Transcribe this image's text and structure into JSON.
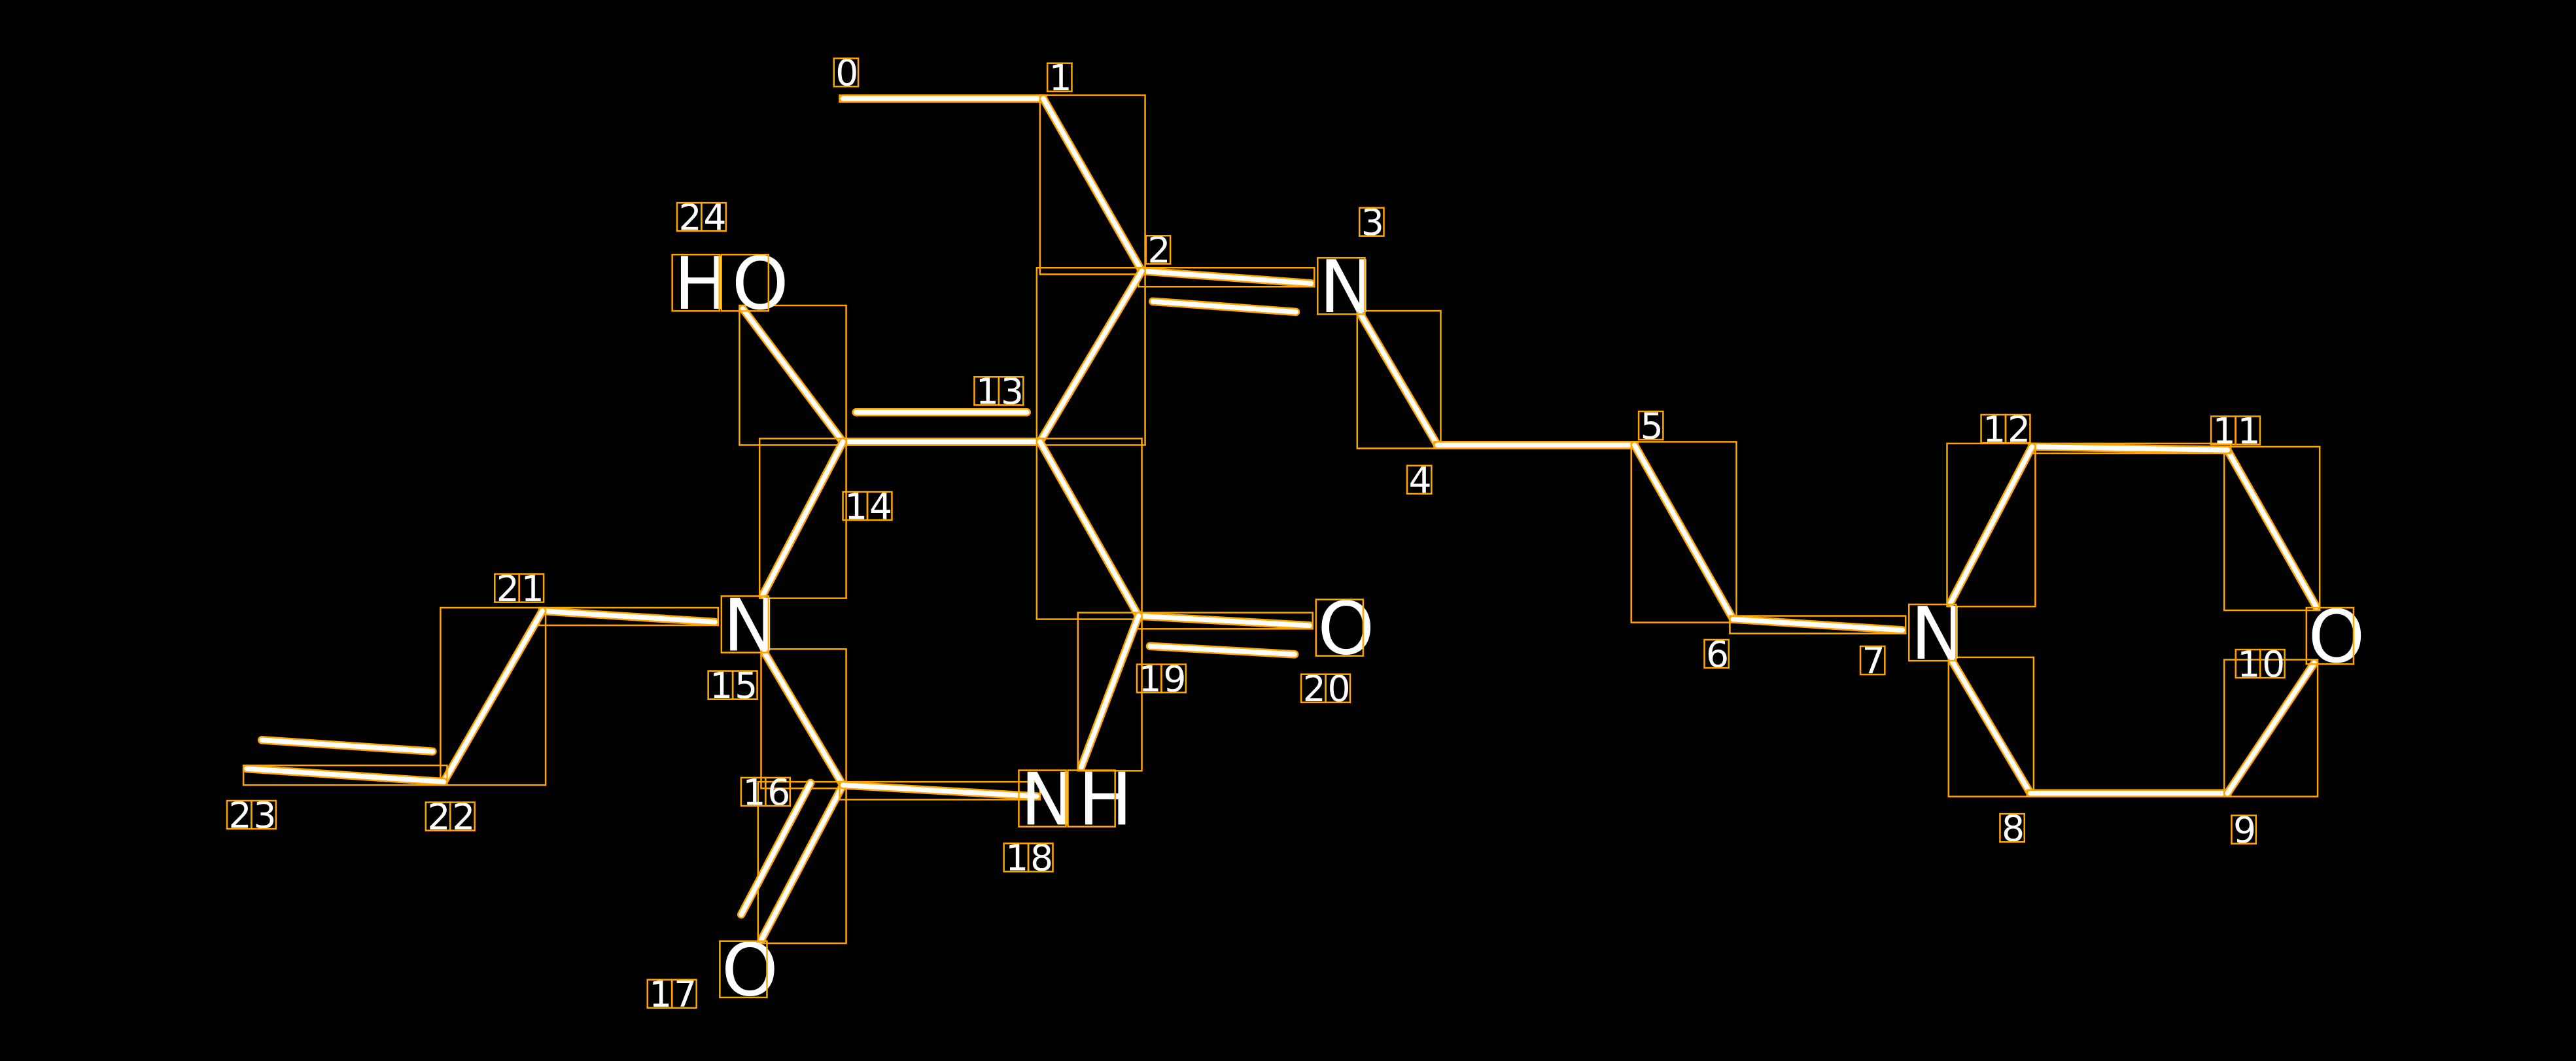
{
  "diagram": {
    "type": "molecule-annotation",
    "colors": {
      "background": "#000000",
      "bond": "#ffffff",
      "box": "#ffa500",
      "text": "#ffffff"
    },
    "atoms": [
      {
        "index": "0",
        "symbol": ""
      },
      {
        "index": "1",
        "symbol": ""
      },
      {
        "index": "2",
        "symbol": ""
      },
      {
        "index": "3",
        "symbol": "N"
      },
      {
        "index": "4",
        "symbol": ""
      },
      {
        "index": "5",
        "symbol": ""
      },
      {
        "index": "6",
        "symbol": ""
      },
      {
        "index": "7",
        "symbol": "N"
      },
      {
        "index": "8",
        "symbol": ""
      },
      {
        "index": "9",
        "symbol": ""
      },
      {
        "index": "10",
        "symbol": "O"
      },
      {
        "index": "11",
        "symbol": ""
      },
      {
        "index": "12",
        "symbol": ""
      },
      {
        "index": "13",
        "symbol": ""
      },
      {
        "index": "14",
        "symbol": ""
      },
      {
        "index": "15",
        "symbol": "N"
      },
      {
        "index": "16",
        "symbol": ""
      },
      {
        "index": "17",
        "symbol": "O"
      },
      {
        "index": "18",
        "symbol": "NH"
      },
      {
        "index": "19",
        "symbol": ""
      },
      {
        "index": "20",
        "symbol": "O"
      },
      {
        "index": "21",
        "symbol": ""
      },
      {
        "index": "22",
        "symbol": ""
      },
      {
        "index": "23",
        "symbol": ""
      },
      {
        "index": "24",
        "symbol": "HO"
      }
    ],
    "bonds": [
      [
        0,
        1,
        1
      ],
      [
        1,
        2,
        1
      ],
      [
        2,
        3,
        2
      ],
      [
        3,
        4,
        1
      ],
      [
        4,
        5,
        1
      ],
      [
        5,
        6,
        1
      ],
      [
        6,
        7,
        1
      ],
      [
        7,
        8,
        1
      ],
      [
        8,
        9,
        1
      ],
      [
        9,
        10,
        1
      ],
      [
        10,
        11,
        1
      ],
      [
        11,
        12,
        1
      ],
      [
        12,
        7,
        1
      ],
      [
        2,
        13,
        1
      ],
      [
        13,
        14,
        2
      ],
      [
        13,
        19,
        1
      ],
      [
        19,
        20,
        2
      ],
      [
        14,
        24,
        1
      ],
      [
        14,
        15,
        1
      ],
      [
        15,
        16,
        1
      ],
      [
        16,
        17,
        2
      ],
      [
        16,
        18,
        1
      ],
      [
        18,
        19,
        1
      ],
      [
        15,
        21,
        1
      ],
      [
        21,
        22,
        1
      ],
      [
        22,
        23,
        2
      ]
    ]
  }
}
